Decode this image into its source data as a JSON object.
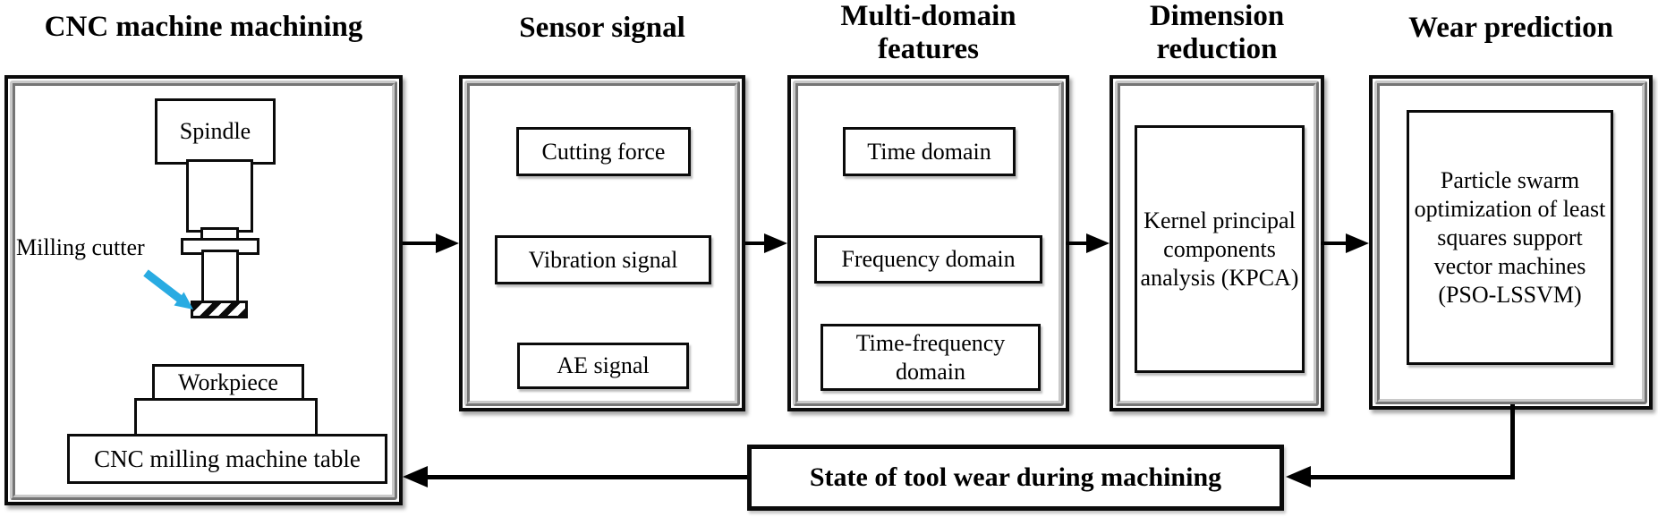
{
  "stages": [
    {
      "title": "CNC machine machining"
    },
    {
      "title": "Sensor signal",
      "items": [
        "Cutting force",
        "Vibration signal",
        "AE signal"
      ]
    },
    {
      "title": "Multi-domain features",
      "items": [
        "Time domain",
        "Frequency domain",
        "Time-frequency domain"
      ]
    },
    {
      "title": "Dimension reduction",
      "items": [
        "Kernel principal components analysis (KPCA)"
      ]
    },
    {
      "title": "Wear prediction",
      "items": [
        "Particle swarm optimization of least squares support vector machines (PSO-LSSVM)"
      ]
    }
  ],
  "machine": {
    "spindle": "Spindle",
    "milling_cutter": "Milling cutter",
    "workpiece": "Workpiece",
    "table": "CNC milling machine table"
  },
  "feedback": {
    "label": "State of tool wear during machining"
  },
  "colors": {
    "cutter_arrow": "#29ABE2",
    "line": "#000000",
    "bevel": "#c9c9c9"
  }
}
